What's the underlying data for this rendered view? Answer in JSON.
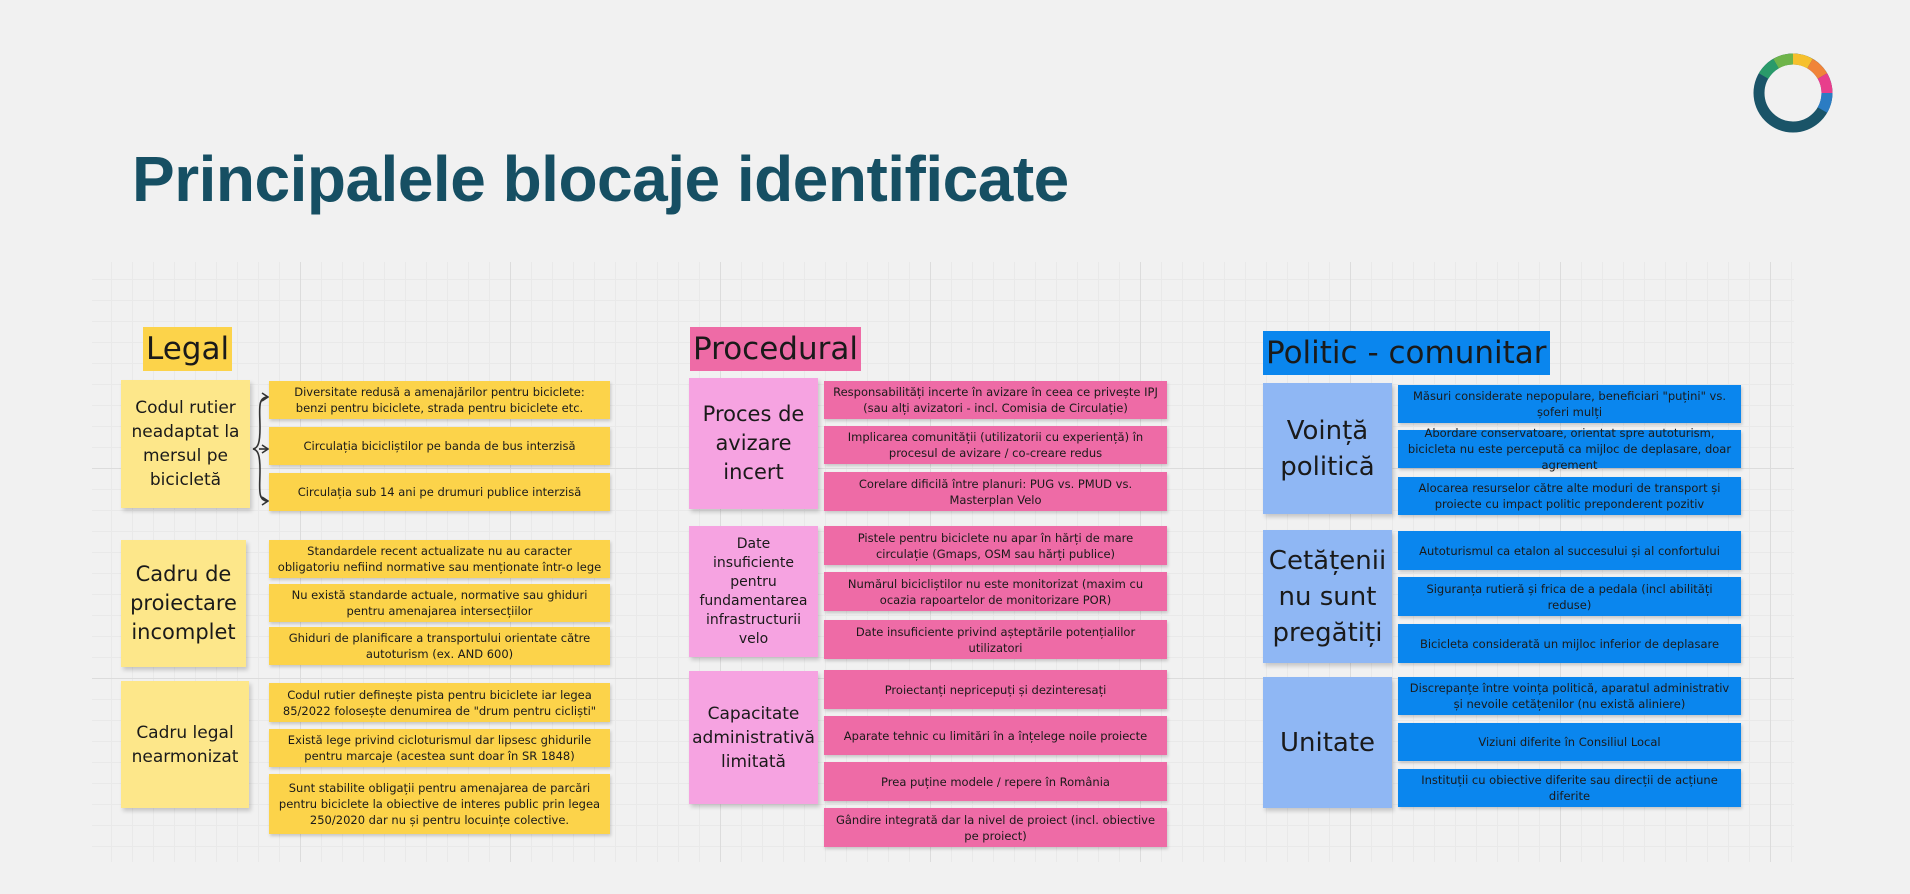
{
  "title": "Principalele blocaje identificate",
  "logo": {
    "icon": "ring-logo-icon",
    "colors": [
      "#1a5468",
      "#e83e8c",
      "#f0843a",
      "#f6c02d",
      "#6eb44a",
      "#2a9a6a",
      "#2b7cc3"
    ]
  },
  "columns": [
    {
      "title": "Legal",
      "groups": [
        {
          "category": "Codul rutier neadaptat la mersul pe bicicletă",
          "notes": [
            "Diversitate redusă a amenajărilor pentru biciclete: benzi pentru biciclete, strada pentru biciclete etc.",
            "Circulația bicicliștilor pe banda de bus interzisă",
            "Circulația sub 14 ani pe drumuri publice interzisă"
          ]
        },
        {
          "category": "Cadru de proiectare incomplet",
          "notes": [
            "Standardele recent actualizate nu au caracter obligatoriu nefiind normative sau menționate într-o lege",
            "Nu există standarde actuale, normative sau ghiduri pentru amenajarea intersecțiilor",
            "Ghiduri de planificare a transportului orientate către autoturism (ex. AND 600)"
          ]
        },
        {
          "category": "Cadru legal nearmonizat",
          "notes": [
            "Codul rutier definește pista pentru biciclete iar legea 85/2022 folosește denumirea de \"drum pentru cicliști\"",
            "Există lege privind cicloturismul dar lipsesc ghidurile pentru marcaje (acestea sunt doar în SR 1848)",
            "Sunt stabilite obligații pentru amenajarea de parcări pentru biciclete la obiective de interes public prin legea 250/2020 dar nu și pentru locuințe colective."
          ]
        }
      ]
    },
    {
      "title": "Procedural",
      "groups": [
        {
          "category": "Proces de avizare incert",
          "notes": [
            "Responsabilități incerte în avizare în ceea ce privește IPJ (sau alți avizatori - incl. Comisia de Circulație)",
            "Implicarea comunității (utilizatorii cu experiență) în procesul de avizare / co-creare redus",
            "Corelare dificilă între planuri: PUG vs. PMUD vs. Masterplan Velo"
          ]
        },
        {
          "category": "Date insuficiente pentru fundamentarea infrastructurii velo",
          "notes": [
            "Pistele pentru biciclete nu apar în hărți de mare circulație (Gmaps, OSM sau hărți publice)",
            "Numărul bicicliștilor nu este monitorizat (maxim cu ocazia rapoartelor de monitorizare POR)",
            "Date insuficiente privind așteptările potențialilor utilizatori"
          ]
        },
        {
          "category": "Capacitate administrativă limitată",
          "notes": [
            "Proiectanți nepricepuți și dezinteresați",
            "Aparate tehnic cu limitări în a înțelege noile proiecte",
            "Prea puține modele / repere în România",
            "Gândire integrată dar la nivel de proiect (incl. obiective pe proiect)"
          ]
        }
      ]
    },
    {
      "title": "Politic - comunitar",
      "groups": [
        {
          "category": "Voință politică",
          "notes": [
            "Măsuri considerate nepopulare, beneficiari \"puțini\" vs. șoferi mulți",
            "Abordare conservatoare, orientat spre autoturism, bicicleta nu este percepută ca mijloc de deplasare, doar agrement",
            "Alocarea resurselor către alte moduri de transport și proiecte cu impact politic preponderent pozitiv"
          ]
        },
        {
          "category": "Cetățenii nu sunt pregătiți",
          "notes": [
            "Autoturismul ca etalon al succesului și al confortului",
            "Siguranța rutieră și frica de a pedala (incl abilități reduse)",
            "Bicicleta considerată un mijloc inferior de deplasare"
          ]
        },
        {
          "category": "Unitate",
          "notes": [
            "Discrepanțe între voința politică, aparatul administrativ și nevoile cetățenilor (nu există aliniere)",
            "Viziuni diferite în Consiliul Local",
            "Instituții cu obiective diferite sau direcții de acțiune diferite"
          ]
        }
      ]
    }
  ]
}
